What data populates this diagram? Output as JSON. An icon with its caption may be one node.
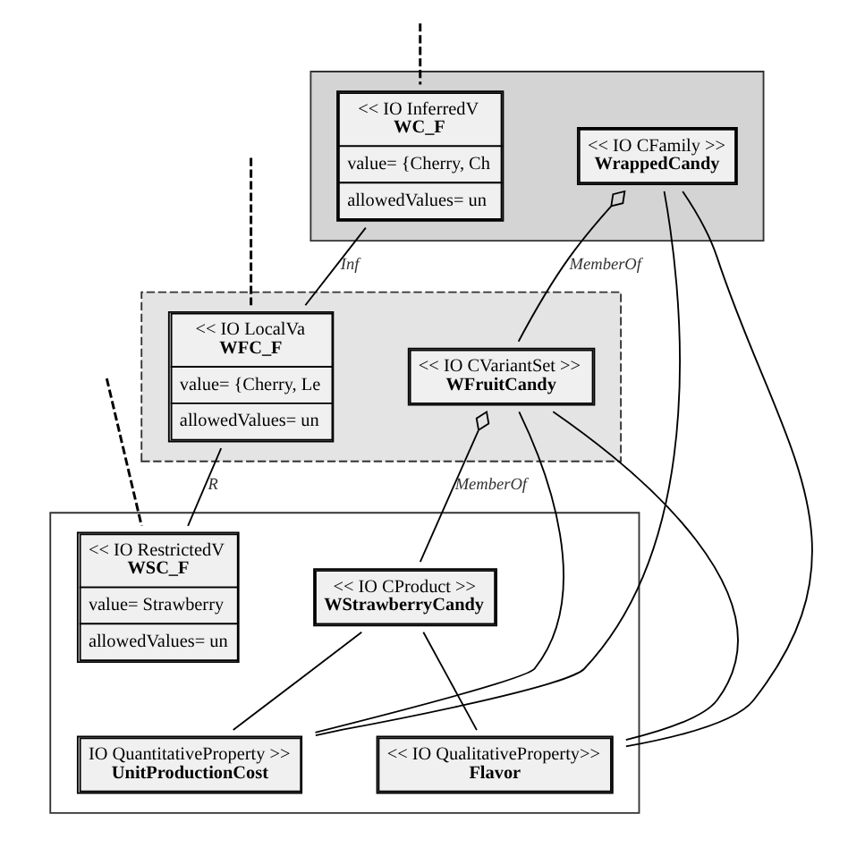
{
  "diagram": {
    "nodes": [
      {
        "text": [],
        "shape": "band"
      },
      {
        "text": [],
        "shape": "band"
      },
      {
        "text": [],
        "shape": "band"
      },
      {
        "text": [
          "<< IO CFamily >>",
          "WrappedCandy"
        ],
        "in": 0
      },
      {
        "text": [
          "<< IO InferredV",
          "WC_F",
          "value= {Cherry, Ch",
          "allowedValues= un"
        ],
        "in": 0
      },
      {
        "text": [
          "<< IO CVariantSet >>",
          "WFruitCandy"
        ],
        "in": 1
      },
      {
        "text": [
          "<< IO LocalVa",
          "WFC_F",
          "value= {Cherry, Le",
          "allowedValues= un"
        ],
        "in": 1
      },
      {
        "text": [
          "<< IO CProduct >>",
          "WStrawberryCandy"
        ],
        "in": 2
      },
      {
        "text": [
          "<< IO RestrictedV",
          "WSC_F",
          "value= Strawberry",
          "allowedValues= un"
        ],
        "in": 2
      },
      {
        "text": [
          "IO QuantitativeProperty >>",
          "UnitProductionCost"
        ],
        "in": 2
      },
      {
        "text": [
          "<< IO QualitativeProperty>>",
          "Flavor"
        ],
        "in": 2
      }
    ],
    "edges": [
      {
        "from": 5,
        "to": 3,
        "arrow": "other",
        "label": "MemberOf"
      },
      {
        "from": 7,
        "to": 5,
        "arrow": "other",
        "label": "MemberOf"
      },
      {
        "from": 3,
        "to": 9,
        "arrow": "none"
      },
      {
        "from": 3,
        "to": 10,
        "arrow": "none"
      },
      {
        "from": 5,
        "to": 9,
        "arrow": "none"
      },
      {
        "from": 5,
        "to": 10,
        "arrow": "none"
      },
      {
        "from": 7,
        "to": 9,
        "arrow": "none"
      },
      {
        "from": 7,
        "to": 10,
        "arrow": "none"
      },
      {
        "from": null,
        "to": 4,
        "arrow": "none",
        "style": "dashed"
      },
      {
        "from": null,
        "to": 6,
        "arrow": "none",
        "style": "dashed"
      },
      {
        "from": null,
        "to": 8,
        "arrow": "none",
        "style": "dashed"
      },
      {
        "from": 4,
        "to": 6,
        "arrow": "none",
        "label": "Inf"
      },
      {
        "from": 6,
        "to": 8,
        "arrow": "none",
        "label": "R"
      }
    ]
  }
}
